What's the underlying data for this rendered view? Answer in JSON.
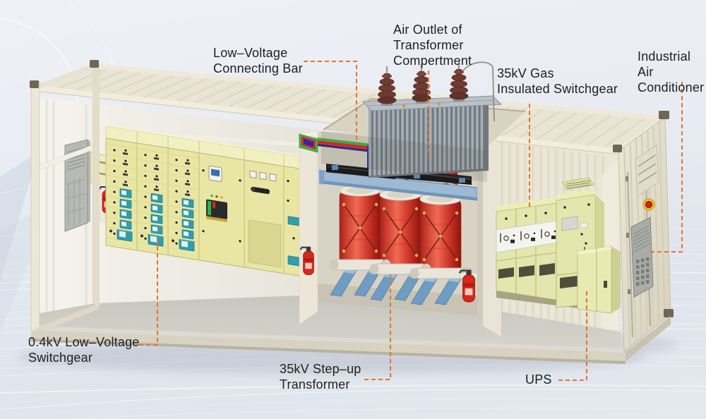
{
  "labels": {
    "air_outlet": "Air Outlet of\nTransformer\nCompertment",
    "lv_connecting_bar": "Low–Voltage\nConnecting Bar",
    "gis": "35kV Gas\nInsulated Switchgear",
    "industrial_ac": "Industrial Air\nConditioner",
    "lv_switchgear": "0.4kV Low–Voltage\nSwitchgear",
    "stepup_transformer": "35kV Step–up\nTransformer",
    "ups": "UPS"
  },
  "style": {
    "leader_color": "#e0762e",
    "text_color": "#202024",
    "container_cream": "#eae5d6",
    "switchgear_yellow": "#e9e6a4",
    "gis_yellow": "#e3e6ad",
    "transformer_red": "#d63a30",
    "frame_blue": "#9db9d4",
    "busbar_green": "#3cb54a",
    "busbar_red": "#dd2526",
    "busbar_blue": "#2a2ab0"
  }
}
